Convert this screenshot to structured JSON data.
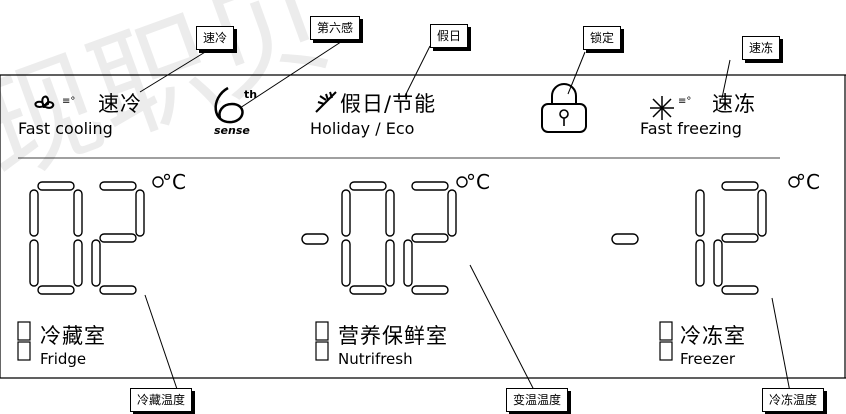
{
  "watermark": "现职贝",
  "callouts": {
    "fast_cooling": "速冷",
    "sixth_sense": "第六感",
    "holiday": "假日",
    "lock": "锁定",
    "fast_freezing": "速冻",
    "fridge_temp": "冷藏温度",
    "variable_temp": "变温温度",
    "freezer_temp": "冷冻温度"
  },
  "top_row": {
    "fast_cooling_cn": "速冷",
    "fast_cooling_en": "Fast cooling",
    "sixth_sense_number": "6",
    "sixth_sense_sup": "th",
    "sixth_sense_word": "sense",
    "holiday_cn": "假日/节能",
    "holiday_en": "Holiday / Eco",
    "fast_freezing_cn": "速冻",
    "fast_freezing_en": "Fast freezing"
  },
  "zones": {
    "fridge": {
      "temperature": "02",
      "unit": "°C",
      "name_cn": "冷藏室",
      "name_en": "Fridge"
    },
    "variable": {
      "temperature": "-02",
      "unit": "°C",
      "name_cn": "营养保鲜室",
      "name_en": "Nutrifresh"
    },
    "freezer": {
      "temperature": "-12",
      "unit": "°C",
      "name_cn": "冷冻室",
      "name_en": "Freezer"
    }
  },
  "colors": {
    "ink": "#000000",
    "background": "#ffffff"
  },
  "icons": [
    "fan-icon",
    "sixth-sense-icon",
    "holiday-icon",
    "lock-icon",
    "snowflake-icon"
  ]
}
